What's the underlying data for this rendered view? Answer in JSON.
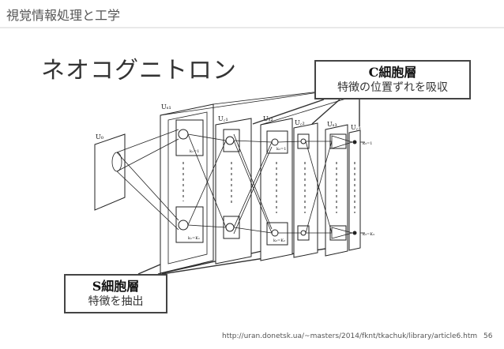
{
  "header": {
    "title": "視覚情報処理と工学"
  },
  "slide": {
    "title": "ネオコグニトロン"
  },
  "diagram": {
    "layer_labels": [
      "U₀",
      "Uₛ₁",
      "U꜀₁",
      "Uₛ₂",
      "U꜀₂",
      "Uₛ₃",
      "U꜀₃"
    ],
    "cell_labels_top": [
      "k₁=1",
      "k₂=1",
      "k₃=1"
    ],
    "cell_labels_bottom": [
      "k₁=K₁",
      "k₂=K₂",
      "k₃=K₃"
    ]
  },
  "c_callout": {
    "heading": "C細胞層",
    "sub": "特徴の位置ずれを吸収"
  },
  "s_callout": {
    "heading": "S細胞層",
    "sub": "特徴を抽出"
  },
  "footer": {
    "url": "http://uran.donetsk.ua/~masters/2014/fknt/tkachuk/library/article6.htm",
    "page": "56"
  }
}
